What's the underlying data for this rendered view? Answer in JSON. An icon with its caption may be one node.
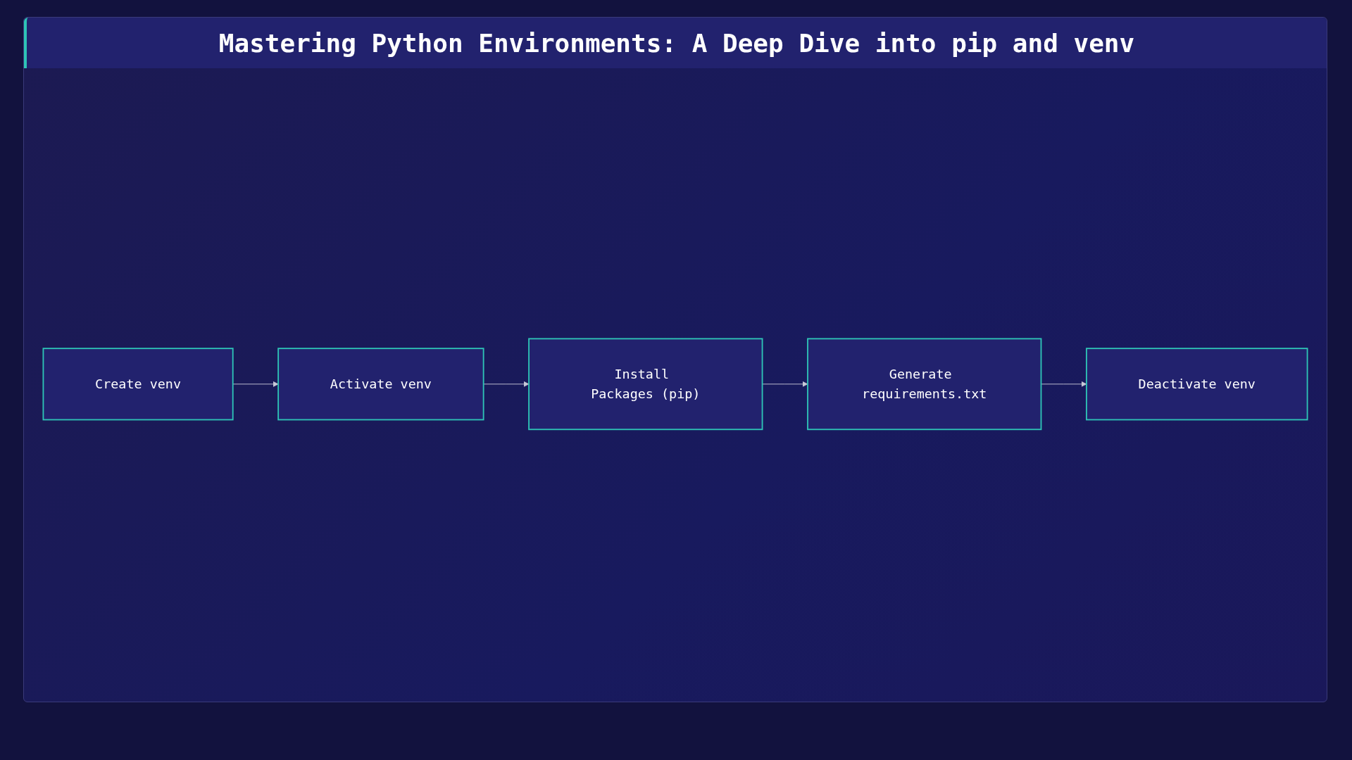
{
  "diagram": {
    "title": "Mastering Python Environments: A Deep Dive into pip and venv",
    "nodes": [
      {
        "text": [
          "Create venv"
        ]
      },
      {
        "text": [
          "Activate venv"
        ]
      },
      {
        "text": [
          "Install Packages (pip)"
        ]
      },
      {
        "text": [
          "Generate requirements.txt"
        ]
      },
      {
        "text": [
          "Deactivate venv"
        ]
      }
    ],
    "edges": [
      {
        "from": 0,
        "to": 1,
        "arrow": "to"
      },
      {
        "from": 1,
        "to": 2,
        "arrow": "to"
      },
      {
        "from": 2,
        "to": 3,
        "arrow": "to"
      },
      {
        "from": 3,
        "to": 4,
        "arrow": "to"
      }
    ]
  }
}
